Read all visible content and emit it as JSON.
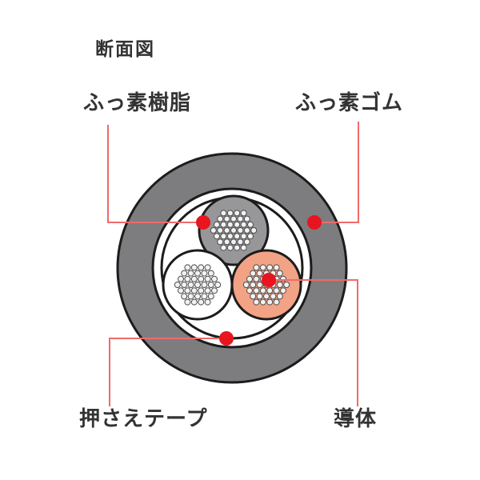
{
  "title": "断面図",
  "labels": {
    "fluororesin": "ふっ素樹脂",
    "fluororubber": "ふっ素ゴム",
    "press_tape": "押さえテープ",
    "conductor": "導体"
  },
  "colors": {
    "background": "#ffffff",
    "text": "#333333",
    "outline": "#1c1c1c",
    "sheath": "#7d7d80",
    "insulation": "#97979a",
    "core_white": "#ffffff",
    "conductor": "#f2a285",
    "strand_fill": "#f2f2f2",
    "strand_stroke": "#4b4b4b",
    "marker": "#e8151e",
    "leader": "#f06a6a"
  },
  "diagram": {
    "strand_rows": [
      4,
      5,
      6,
      7,
      6,
      5,
      4
    ]
  }
}
